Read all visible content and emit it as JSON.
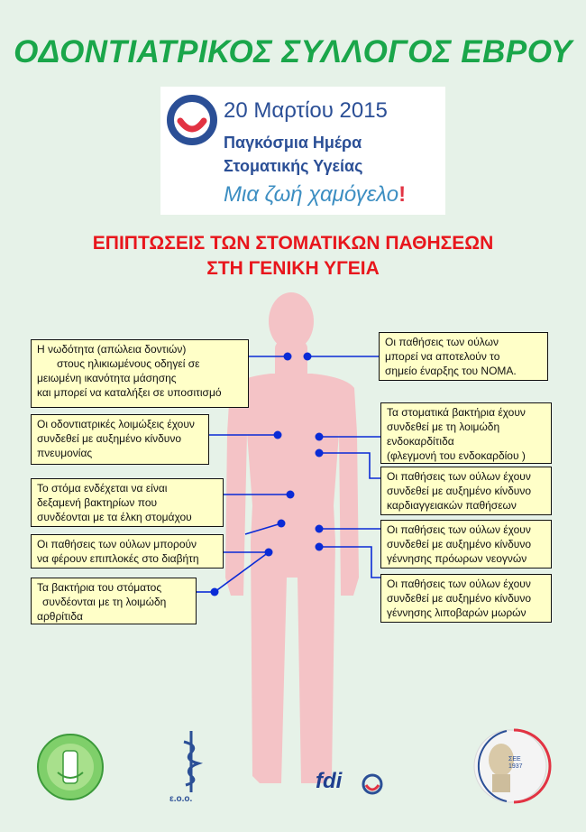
{
  "title": "ΟΔΟΝΤΙΑΤΡΙΚΟΣ ΣΥΛΛΟΓΟΣ ΕΒΡΟΥ",
  "banner": {
    "date": "20 Μαρτίου 2015",
    "line1": "Παγκόσμια Ημέρα",
    "line2": "Στοματικής Υγείας",
    "slogan": "Μια ζωή χαμόγελο",
    "slogan_mark": "!"
  },
  "heading": {
    "line1": "ΕΠΙΠΤΩΣΕΙΣ ΤΩΝ ΣΤΟΜΑΤΙΚΩΝ ΠΑΘΗΣΕΩΝ",
    "line2": "ΣΤΗ ΓΕΝΙΚΗ ΥΓΕΙΑ"
  },
  "left_boxes": [
    {
      "lines": [
        "Η νωδότητα (απώλεια δοντιών)",
        "στους ηλικιωμένους οδηγεί σε",
        "μειωμένη ικανότητα μάσησης",
        "και μπορεί να καταλήξει σε υποσιτισμό"
      ]
    },
    {
      "lines": [
        "Οι οδοντιατρικές λοιμώξεις έχουν",
        "συνδεθεί με αυξημένο κίνδυνο",
        "πνευμονίας"
      ]
    },
    {
      "lines": [
        "Το στόμα ενδέχεται να είναι",
        "δεξαμενή βακτηρίων που",
        "συνδέονται με τα έλκη στομάχου"
      ]
    },
    {
      "lines": [
        "Οι παθήσεις των ούλων μπορούν",
        "να φέρουν επιπλοκές στο διαβήτη"
      ]
    },
    {
      "lines": [
        "Τα βακτήρια του στόματος",
        "συνδέονται με τη λοιμώδη",
        "αρθρίτιδα"
      ]
    }
  ],
  "right_boxes": [
    {
      "lines": [
        "Οι παθήσεις των ούλων",
        "μπορεί να αποτελούν το",
        "σημείο έναρξης του NOMA."
      ]
    },
    {
      "lines": [
        "Τα στοματικά βακτήρια έχουν",
        "συνδεθεί με τη λοιμώδη",
        "ενδοκαρδίτιδα",
        "(φλεγμονή του ενδοκαρδίου )"
      ]
    },
    {
      "lines": [
        "Οι παθήσεις των ούλων έχουν",
        "συνδεθεί με αυξημένο κίνδυνο",
        "καρδιαγγειακών παθήσεων"
      ]
    },
    {
      "lines": [
        "Οι παθήσεις των ούλων έχουν",
        "συνδεθεί με αυξημένο  κίνδυνο",
        "γέννησης πρόωρων νεογνών"
      ]
    },
    {
      "lines": [
        "Οι παθήσεις των ούλων έχουν",
        "συνδεθεί με αυξημένο κίνδυνο",
        "γέννησης λιποβαρών μωρών"
      ]
    }
  ],
  "logos": {
    "eoo_label": "ε.ο.ο.",
    "fdi_label": "fdi",
    "see_label": "ΣΕΕ",
    "see_year": "1937"
  },
  "colors": {
    "background": "#e6f2e8",
    "title_green": "#1aa64a",
    "heading_red": "#e8161c",
    "body_pink": "#f4c3c6",
    "box_fill": "#ffffc8",
    "connector_blue": "#0a2bd6"
  }
}
